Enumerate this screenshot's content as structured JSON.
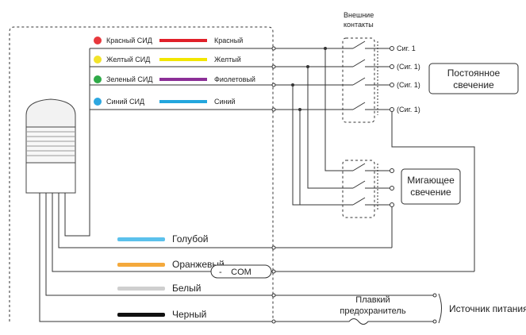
{
  "leds": [
    {
      "label": "Красный СИД",
      "wire": "Красный",
      "dot": "#e8383d",
      "color": "#e0202a"
    },
    {
      "label": "Желтый СИД",
      "wire": "Желтый",
      "dot": "#f2e32a",
      "color": "#f2e600"
    },
    {
      "label": "Зеленый СИД",
      "wire": "Фиолетовый",
      "dot": "#2faa48",
      "color": "#8c2f97"
    },
    {
      "label": "Синий СИД",
      "wire": "Синий",
      "dot": "#2da7e0",
      "color": "#23a6dd"
    }
  ],
  "signals": [
    "Сиг. 1",
    "(Сиг. 1)",
    "(Сиг. 1)",
    "(Сиг. 1)"
  ],
  "ext_contacts": [
    "Внешние",
    "контакты"
  ],
  "constant": [
    "Постоянное",
    "свечение"
  ],
  "blinking": [
    "Мигающее",
    "свечение"
  ],
  "wires": [
    {
      "label": "Голубой",
      "color": "#5bc1ec"
    },
    {
      "label": "Оранжевый",
      "color": "#f4a93c"
    },
    {
      "label": "Белый",
      "color": "#cfcfcf"
    },
    {
      "label": "Черный",
      "color": "#111111"
    }
  ],
  "com": "COM",
  "fuse": [
    "Плавкий",
    "предохранитель"
  ],
  "power": "Источник питания"
}
